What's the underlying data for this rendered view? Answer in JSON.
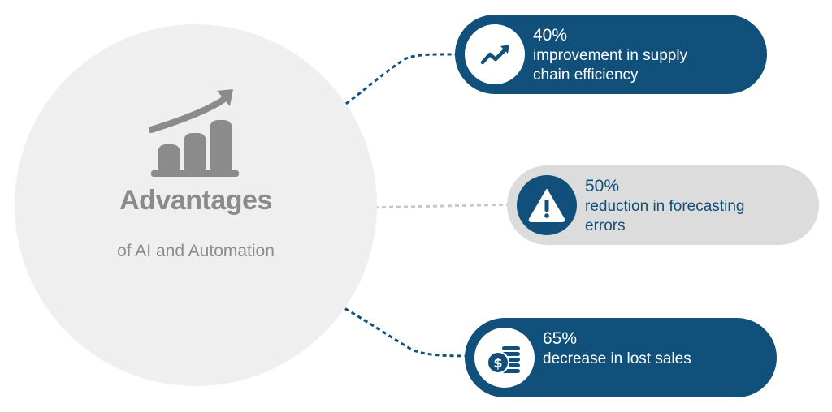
{
  "hub": {
    "title": "Advantages",
    "subtitle": "of AI and Automation",
    "icon": "bar-chart-growth-icon"
  },
  "stats": [
    {
      "value": "40%",
      "label": "improvement in supply chain efficiency",
      "icon": "trending-up-icon",
      "style": "dark"
    },
    {
      "value": "50%",
      "label": "reduction in forecasting errors",
      "icon": "warning-triangle-icon",
      "style": "light"
    },
    {
      "value": "65%",
      "label": "decrease in lost sales",
      "icon": "coins-dollar-icon",
      "style": "dark"
    }
  ],
  "colors": {
    "primary": "#10507a",
    "hub_background": "#efefef",
    "hub_text": "#8b8b8b",
    "light_pill": "#dcdcdc",
    "light_connector": "#c8c8c8"
  }
}
